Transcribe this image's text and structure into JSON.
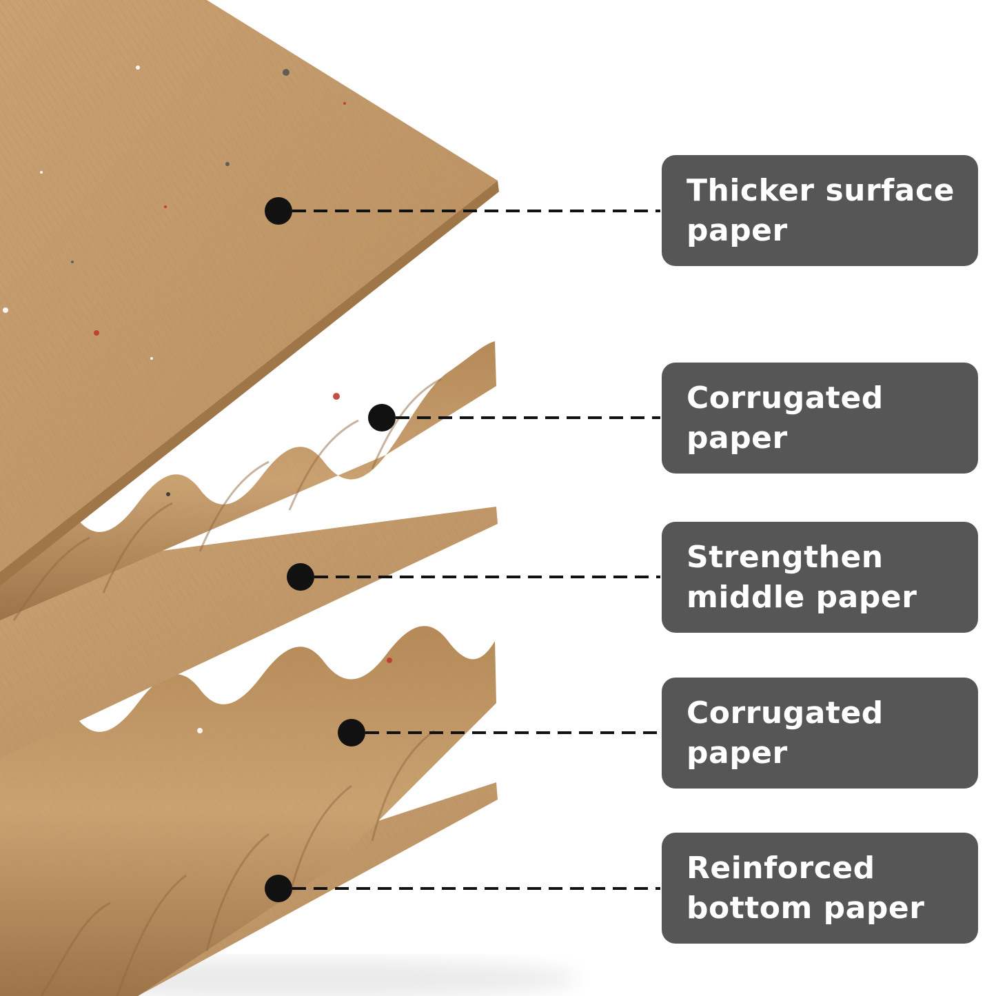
{
  "labels": [
    {
      "line1": "Thicker surface",
      "line2": "paper"
    },
    {
      "line1": "Corrugated",
      "line2": "paper"
    },
    {
      "line1": "Strengthen",
      "line2": "middle paper"
    },
    {
      "line1": "Corrugated",
      "line2": "paper"
    },
    {
      "line1": "Reinforced",
      "line2": "bottom paper"
    }
  ],
  "colors": {
    "label_bg": "#565656",
    "label_text": "#ffffff",
    "kraft": "#c49a6c",
    "kraft_dark": "#a57a4c",
    "callout": "#111111"
  }
}
